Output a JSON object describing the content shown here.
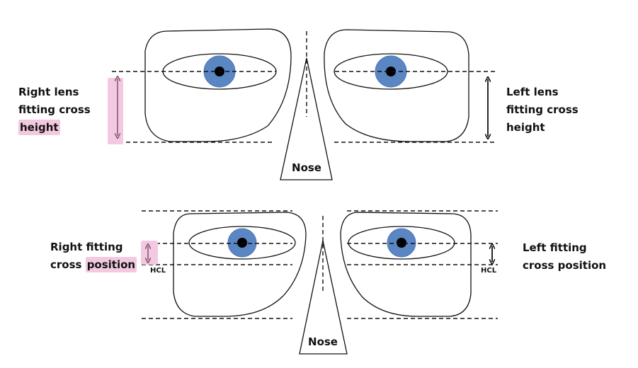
{
  "top": {
    "right_label": [
      "Right lens",
      "fitting cross",
      "height"
    ],
    "left_label": [
      "Left lens",
      "fitting cross",
      "height"
    ],
    "nose": "Nose"
  },
  "bottom": {
    "right_label_line1": "Right fitting",
    "right_label_line2_prefix": "cross ",
    "right_label_line2_highlight": "position",
    "left_label": [
      "Left fitting",
      "cross position"
    ],
    "hcl_right": "HCL",
    "hcl_left": "HCL",
    "nose": "Nose"
  },
  "colors": {
    "iris": "#5b86c4",
    "pupil": "#000000",
    "line": "#111111",
    "highlight": "#f3c9e1",
    "right_arrow": "#8b5a73"
  }
}
